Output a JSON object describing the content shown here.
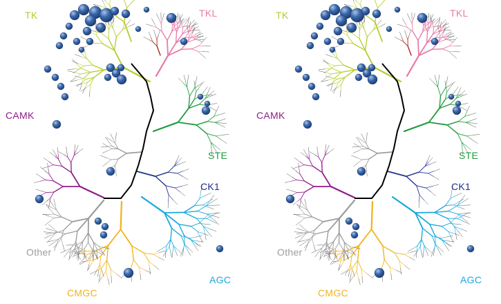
{
  "groups": [
    {
      "id": "tk",
      "label": "TK",
      "color": "#b5cc2e"
    },
    {
      "id": "tkl",
      "label": "TKL",
      "color": "#e87ba8"
    },
    {
      "id": "ste",
      "label": "STE",
      "color": "#1e9a3c"
    },
    {
      "id": "ck1",
      "label": "CK1",
      "color": "#1f2e8c"
    },
    {
      "id": "agc",
      "label": "AGC",
      "color": "#1aa8dc"
    },
    {
      "id": "cmgc",
      "label": "CMGC",
      "color": "#f2b31c"
    },
    {
      "id": "other",
      "label": "Other",
      "color": "#9c9c9c"
    },
    {
      "id": "camk",
      "label": "CAMK",
      "color": "#8e1c8a"
    }
  ],
  "colors": {
    "backbone": "#000000",
    "tkl_subgroup": "#a3201f",
    "sphere": "#3a68ad",
    "sphere_dark": "#1b3868",
    "sphere_light": "#a9c3e8",
    "leaf_text": "#555555"
  },
  "panels": [
    {
      "id": "left"
    },
    {
      "id": "right"
    }
  ]
}
